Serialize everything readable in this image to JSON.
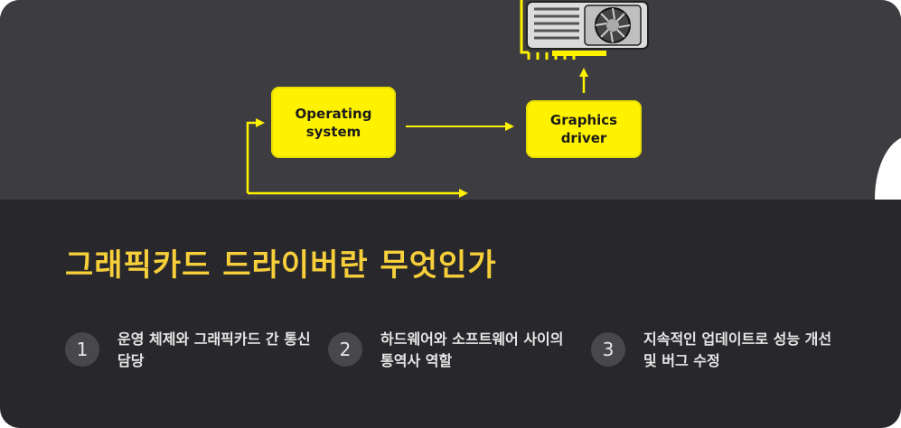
{
  "diagram": {
    "nodes": [
      {
        "id": "os",
        "label": "Operating\nsystem"
      },
      {
        "id": "driver",
        "label": "Graphics\ndriver"
      }
    ],
    "edges": [
      [
        "os",
        "driver"
      ],
      [
        "driver",
        "gpu"
      ]
    ],
    "colors": {
      "box": "#fff200",
      "arrow": "#fff200",
      "title": "#f7cf3a"
    }
  },
  "title": "그래픽카드 드라이버란 무엇인가",
  "features": [
    {
      "number": "1",
      "text": "운영 체제와 그래픽카드 간 통신 담당"
    },
    {
      "number": "2",
      "text": "하드웨어와 소프트웨어 사이의 통역사 역할"
    },
    {
      "number": "3",
      "text": "지속적인 업데이트로 성능 개선 및 버그 수정"
    }
  ],
  "icons": [
    "graphics-card-icon"
  ]
}
